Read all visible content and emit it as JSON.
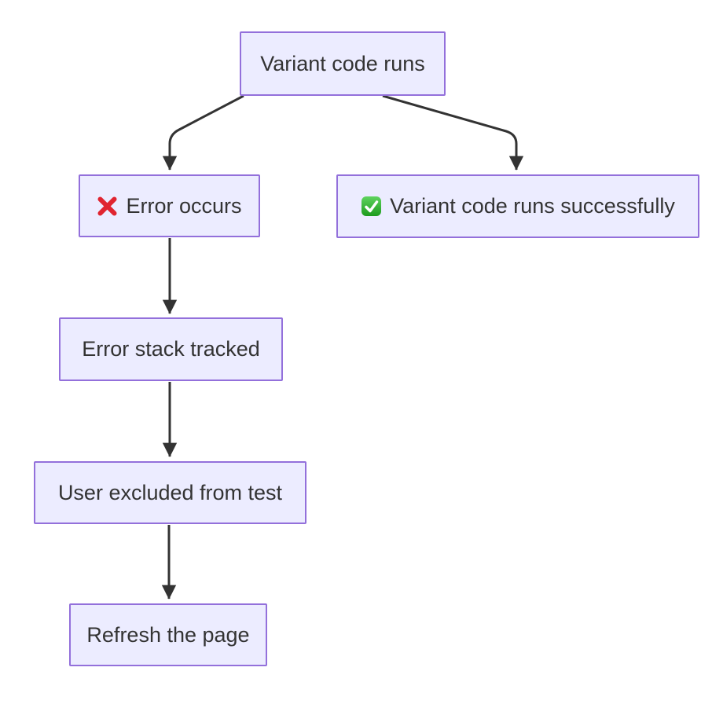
{
  "diagram": {
    "type": "flowchart",
    "direction": "top-down",
    "nodes": [
      {
        "id": "variant-code-runs",
        "label": "Variant code runs",
        "icon": null
      },
      {
        "id": "error-occurs",
        "label": "Error occurs",
        "icon": "cross-mark-icon"
      },
      {
        "id": "variant-success",
        "label": "Variant code runs successfully",
        "icon": "check-mark-icon"
      },
      {
        "id": "error-stack-tracked",
        "label": "Error stack tracked",
        "icon": null
      },
      {
        "id": "user-excluded-from-test",
        "label": "User excluded from test",
        "icon": null
      },
      {
        "id": "refresh-the-page",
        "label": "Refresh the page",
        "icon": null
      }
    ],
    "edges": [
      {
        "from": "variant-code-runs",
        "to": "error-occurs"
      },
      {
        "from": "variant-code-runs",
        "to": "variant-success"
      },
      {
        "from": "error-occurs",
        "to": "error-stack-tracked"
      },
      {
        "from": "error-stack-tracked",
        "to": "user-excluded-from-test"
      },
      {
        "from": "user-excluded-from-test",
        "to": "refresh-the-page"
      }
    ],
    "theme": {
      "node_fill": "#ECECFF",
      "node_border": "#9370DB",
      "text_color": "#333333",
      "arrow_color": "#333333",
      "cross_red": "#E02430",
      "check_green_light": "#5FD35F",
      "check_green_dark": "#1D9B1D",
      "check_mark_white": "#FFFFFF",
      "background": "#FFFFFF"
    }
  }
}
